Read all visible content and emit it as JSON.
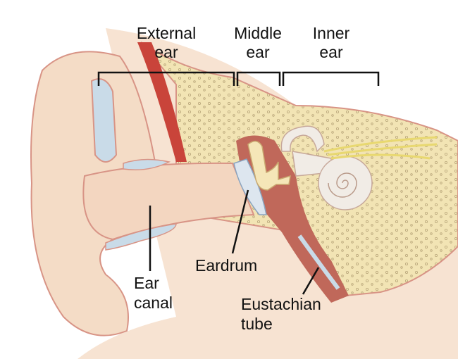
{
  "labels": {
    "external_ear": [
      "External",
      "ear"
    ],
    "middle_ear": [
      "Middle",
      "ear"
    ],
    "inner_ear": [
      "Inner",
      "ear"
    ],
    "eardrum": "Eardrum",
    "ear_canal": [
      "Ear",
      "canal"
    ],
    "eustachian_tube": [
      "Eustachian",
      "tube"
    ]
  },
  "colors": {
    "skin": "#f4dcc6",
    "bone": "#f2e4b4",
    "outline": "#d89486",
    "cartilage": "#c9dbe8",
    "muscle": "#c9443a",
    "middle_ear_cavity": "#c0685a",
    "ossicles": "#f5e6b8",
    "inner_ear": "#f1ece6",
    "nerve": "#e8d870"
  }
}
